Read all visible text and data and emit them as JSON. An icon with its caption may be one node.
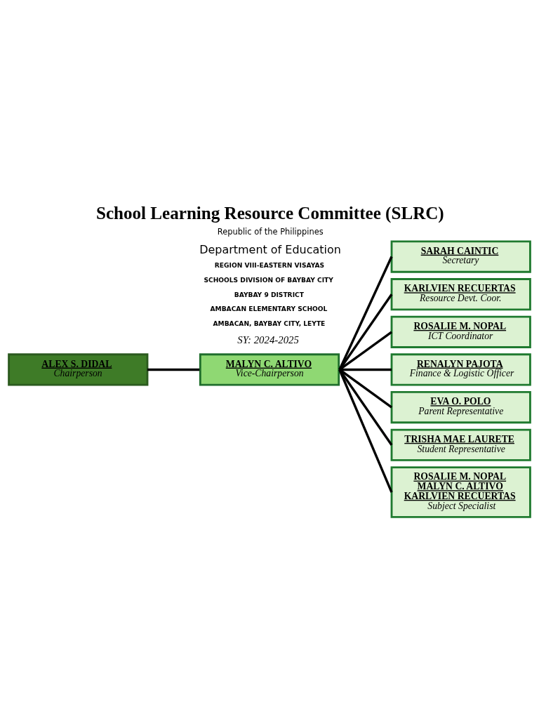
{
  "diagram": {
    "title": "School Learning Resource Committee (SLRC)",
    "nodes": [
      {
        "text": [
          "ALEX S. DIDAL",
          "Chairperson"
        ]
      },
      {
        "text": [
          "MALYN C. ALTIVO",
          "Vice-Chairperson"
        ]
      },
      {
        "text": [
          "SARAH CAINTIC",
          "Secretary"
        ]
      },
      {
        "text": [
          "KARLVIEN RECUERTAS",
          "Resource Devt. Coor."
        ]
      },
      {
        "text": [
          "ROSALIE M. NOPAL",
          "ICT Coordinator"
        ]
      },
      {
        "text": [
          "RENALYN PAJOTA",
          "Finance & Logistic Officer"
        ]
      },
      {
        "text": [
          "EVA O. POLO",
          "Parent Representative"
        ]
      },
      {
        "text": [
          "TRISHA MAE LAURETE",
          "Student Representative"
        ]
      },
      {
        "text": [
          "ROSALIE M. NOPAL",
          "MALYN C. ALTIVO",
          "KARLVIEN RECUERTAS",
          "Subject Specialist"
        ]
      }
    ],
    "edges": [
      {
        "from": 0,
        "to": 1,
        "arrow": "none"
      },
      {
        "from": 1,
        "to": 2,
        "arrow": "none"
      },
      {
        "from": 1,
        "to": 3,
        "arrow": "none"
      },
      {
        "from": 1,
        "to": 4,
        "arrow": "none"
      },
      {
        "from": 1,
        "to": 5,
        "arrow": "none"
      },
      {
        "from": 1,
        "to": 6,
        "arrow": "none"
      },
      {
        "from": 1,
        "to": 7,
        "arrow": "none"
      },
      {
        "from": 1,
        "to": 8,
        "arrow": "none"
      }
    ],
    "labels": [
      "Republic of the Philippines",
      "Department of Education",
      "REGION VIII-EASTERN VISAYAS",
      "SCHOOLS DIVISION OF BAYBAY CITY",
      "BAYBAY 9 DISTRICT",
      "AMBACAN ELEMENTARY SCHOOL",
      "AMBACAN, BAYBAY CITY, LEYTE",
      "SY: 2024-2025"
    ]
  }
}
